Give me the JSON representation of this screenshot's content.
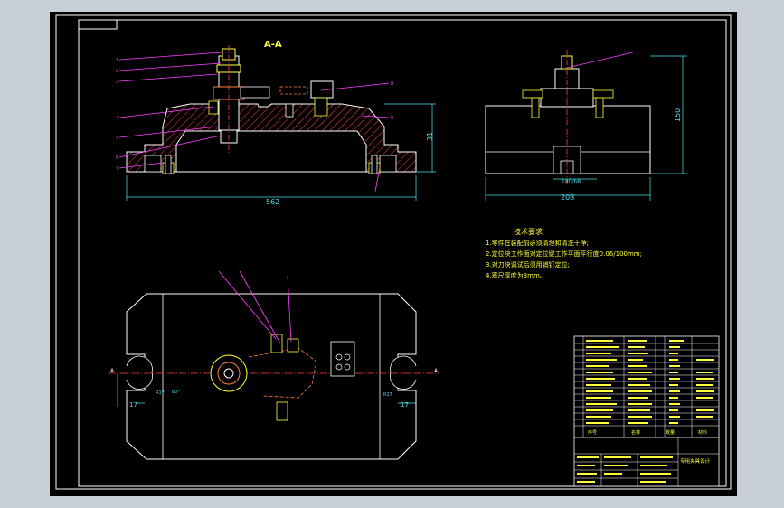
{
  "drawing": {
    "section_label": "A-A",
    "tech_req_title": "技术要求",
    "tech_req_items": [
      "1.零件在装配前必须清理和清洗干净;",
      "2.定位块工作面对定位键工作平面平行度0.06/100mm;",
      "3.对刀块调试后须用销钉定位;",
      "4.塞尺厚度为3mm。"
    ],
    "dims": {
      "front_width": "562",
      "front_height": "31",
      "side_height": "150",
      "side_width": "208",
      "side_tolerance": "180/h8",
      "plan_left": "17",
      "plan_right": "17",
      "plan_label_left": "R17",
      "plan_label_right": "R17",
      "plan_angle": "80°",
      "section_mark_left": "A",
      "section_mark_right": "A"
    },
    "title_block": {
      "drawing_name": "专用夹具设计",
      "header_cols": [
        "序号",
        "名称",
        "数量",
        "材料"
      ]
    },
    "colors": {
      "background": "#c8cfd6",
      "sheet": "#000000",
      "frame": "#ffffff",
      "part_outline": "#ffffff",
      "hatch": "#ff4040",
      "dimension": "#49e3f0",
      "leader": "#ff40ff",
      "text": "#ffff3a",
      "centerline": "#ff4040"
    }
  }
}
